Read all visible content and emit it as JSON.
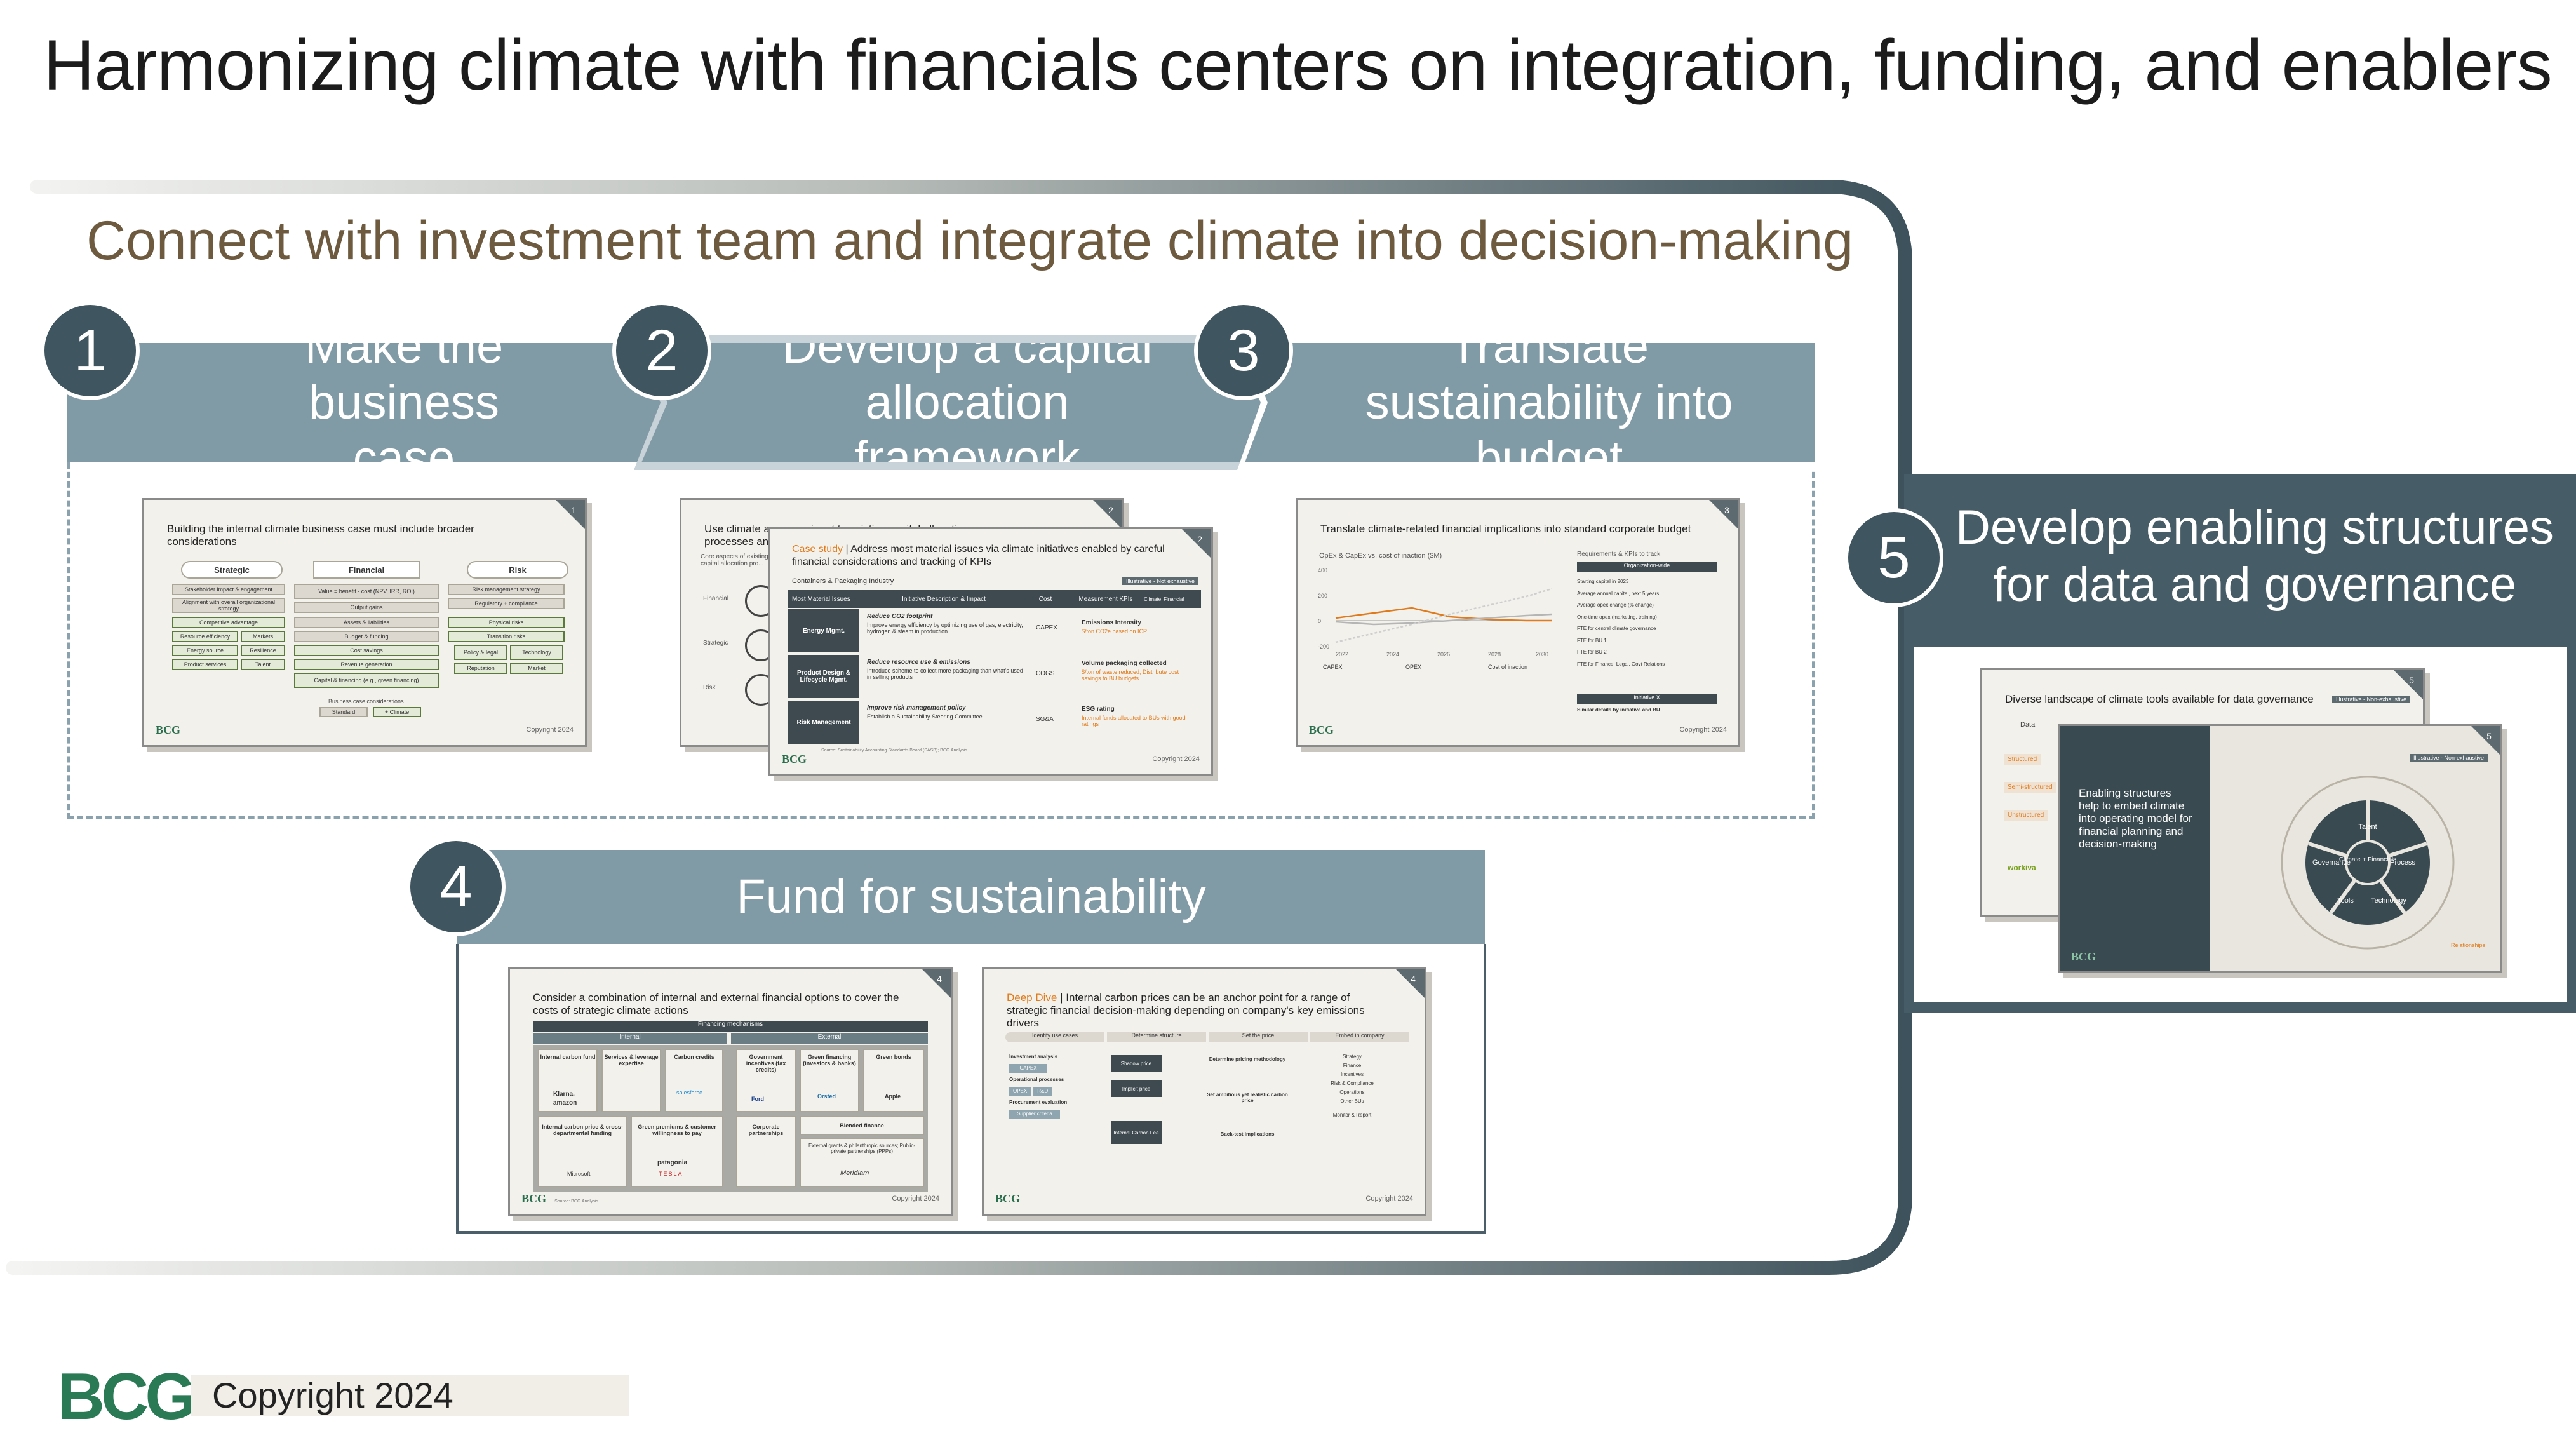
{
  "title": "Harmonizing climate with financials centers on integration, funding, and enablers",
  "section": {
    "title": "Connect with investment team and integrate climate into decision-making"
  },
  "steps": [
    {
      "number": "1",
      "label": "Make the business case"
    },
    {
      "number": "2",
      "label": "Develop a capital allocation framework"
    },
    {
      "number": "3",
      "label": "Translate sustainability into budget"
    },
    {
      "number": "4",
      "label": "Fund for sustainability"
    },
    {
      "number": "5",
      "label": "Develop enabling structures for data and governance"
    }
  ],
  "thumbnails": {
    "business_case": {
      "title": "Building the internal climate business case must include broader considerations",
      "tag": "1",
      "pillars": [
        "Strategic",
        "Financial",
        "Risk"
      ],
      "strategic_items": [
        "Stakeholder impact & engagement",
        "Alignment with overall organizational strategy",
        "Competitive advantage",
        "Resource efficiency",
        "Markets",
        "Energy source",
        "Resilience",
        "Product services",
        "Talent"
      ],
      "financial_items": [
        "Value = benefit - cost (NPV, IRR, ROI)",
        "Output gains",
        "Assets & liabilities",
        "Budget & funding",
        "Cost savings",
        "Revenue generation",
        "Capital & financing (e.g., green financing)"
      ],
      "risk_items": [
        "Risk management strategy",
        "Regulatory + compliance",
        "Physical risks",
        "Transition risks",
        "Policy & legal",
        "Technology",
        "Reputation",
        "Market"
      ],
      "legend_title": "Business case considerations",
      "legend": [
        "Standard",
        "+ Climate"
      ],
      "copyright": "Copyright 2024"
    },
    "capital_back": {
      "title": "Use climate as a core input to existing capital allocation processes and include embedded metrics",
      "subtitle": "Core aspects of existing capital allocation pro...",
      "tag": "2",
      "rows": [
        "Financial",
        "Strategic",
        "Risk"
      ]
    },
    "capital_front": {
      "tag": "2",
      "lead": "Case study",
      "title": "Address most material issues via climate initiatives enabled by careful financial considerations and tracking of KPIs",
      "industry": "Containers & Packaging Industry",
      "badge": "Illustrative - Not exhaustive",
      "headers": [
        "Most Material Issues",
        "Initiative Description & Impact",
        "Cost",
        "Measurement KPIs"
      ],
      "legend": [
        "Climate",
        "Financial"
      ],
      "rows": [
        {
          "issue": "Energy Mgmt.",
          "initiative": "Reduce CO2 footprint",
          "detail": "Improve energy efficiency by optimizing use of gas, electricity, hydrogen & steam in production",
          "cost": "CAPEX",
          "kpi": "Emissions Intensity",
          "kpi_sub": "$/ton CO2e based on ICP"
        },
        {
          "issue": "Product Design & Lifecycle Mgmt.",
          "initiative": "Reduce resource use & emissions",
          "detail": "Introduce scheme to collect more packaging than what's used in selling products",
          "cost": "COGS",
          "kpi": "Volume packaging collected",
          "kpi_sub": "$/ton of waste reduced; Distribute cost savings to BU budgets"
        },
        {
          "issue": "Risk Management",
          "initiative": "Improve risk management policy",
          "detail": "Establish a Sustainability Steering Committee",
          "cost": "SG&A",
          "kpi": "ESG rating",
          "kpi_sub": "Internal funds allocated to BUs with good ratings"
        }
      ],
      "source": "Source: Sustainability Accounting Standards Board (SASB); BCG Analysis",
      "copyright": "Copyright 2024"
    },
    "budget": {
      "title": "Translate climate-related financial implications into standard corporate budget",
      "tag": "3",
      "chart_title": "OpEx & CapEx vs. cost of inaction ($M)",
      "yticks": [
        "400",
        "200",
        "0",
        "-200"
      ],
      "xticks": [
        "2022",
        "2024",
        "2026",
        "2028",
        "2030"
      ],
      "series": [
        "CAPEX",
        "OPEX",
        "Cost of inaction"
      ],
      "requirements_title": "Requirements & KPIs to track",
      "org_wide": "Organization-wide",
      "requirements": [
        "Starting capital in 2023",
        "Average annual capital, next 5 years",
        "Average opex change (% change)",
        "One-time opex (marketing, training)",
        "FTE for central climate governance",
        "FTE for BU 1",
        "FTE for BU 2",
        "FTE for Finance, Legal, Govt Relations"
      ],
      "initiative": "Initiative X",
      "initiative_note": "Similar details by initiative and BU",
      "copyright": "Copyright 2024"
    },
    "fund_1": {
      "title": "Consider a combination of internal and external financial options to cover the costs of strategic climate actions",
      "tag": "4",
      "header": "Financing mechanisms",
      "cols": [
        "Internal",
        "External"
      ],
      "internal": [
        "Internal carbon fund",
        "Services & leverage expertise",
        "Carbon credits",
        "Internal carbon price & cross-departmental funding",
        "Green premiums & customer willingness to pay"
      ],
      "external": [
        "Government incentives (tax credits)",
        "Green financing (investors & banks)",
        "Green bonds",
        "Corporate partnerships",
        "Blended finance",
        "External grants & philanthropic sources; Public-private partnerships (PPPs)"
      ],
      "brands": [
        "Klarna.",
        "amazon",
        "salesforce",
        "Ford",
        "Orsted",
        "Apple",
        "Microsoft",
        "patagonia",
        "TESLA",
        "Meridiam"
      ],
      "source": "Source: BCG Analysis",
      "copyright": "Copyright 2024"
    },
    "fund_2": {
      "lead": "Deep Dive",
      "title": "Internal carbon prices can be an anchor point for a range of strategic financial decision-making depending on company's key emissions drivers",
      "tag": "4",
      "steps": [
        "Identify use cases",
        "Determine structure",
        "Set the price",
        "Embed in company"
      ],
      "use_cases": [
        "Investment analysis",
        "CAPEX",
        "Operational processes",
        "OPEX",
        "R&D",
        "Procurement evaluation",
        "Supplier criteria"
      ],
      "structure": [
        "Shadow price",
        "Implicit price",
        "Internal Carbon Fee"
      ],
      "price": [
        "Determine pricing methodology",
        "Set ambitious yet realistic carbon price",
        "Back-test implications"
      ],
      "embed": [
        "Strategy",
        "Finance",
        "Incentives",
        "Risk & Compliance",
        "Operations",
        "Other BUs",
        "Monitor & Report"
      ],
      "copyright": "Copyright 2024"
    },
    "enable_back": {
      "title": "Diverse landscape of climate tools available for data governance",
      "tag": "5",
      "badge": "Illustrative - Non-exhaustive",
      "rows": [
        "Data",
        "Structured",
        "Semi-structured",
        "Unstructured"
      ],
      "tool": "workiva"
    },
    "enable_front": {
      "tag": "5",
      "badge": "Illustrative - Non-exhaustive",
      "text": "Enabling structures help to embed climate into operating model for financial planning and decision-making",
      "wheel_center": "Climate + Financials",
      "wheel": [
        "Talent",
        "Process",
        "Technology",
        "Tools",
        "Governance"
      ],
      "note": "Relationships"
    }
  },
  "footer": {
    "logo": "BCG",
    "copyright": "Copyright 2024"
  },
  "colors": {
    "bar": "#819ba6",
    "dark": "#3f5560",
    "section_title": "#6e5a3f",
    "brand_green": "#2a7a55"
  }
}
